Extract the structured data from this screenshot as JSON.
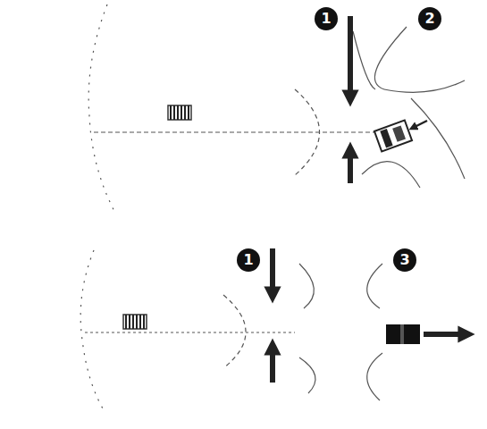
{
  "diagram": {
    "labels": [
      "1",
      "2",
      "1",
      "3"
    ]
  }
}
